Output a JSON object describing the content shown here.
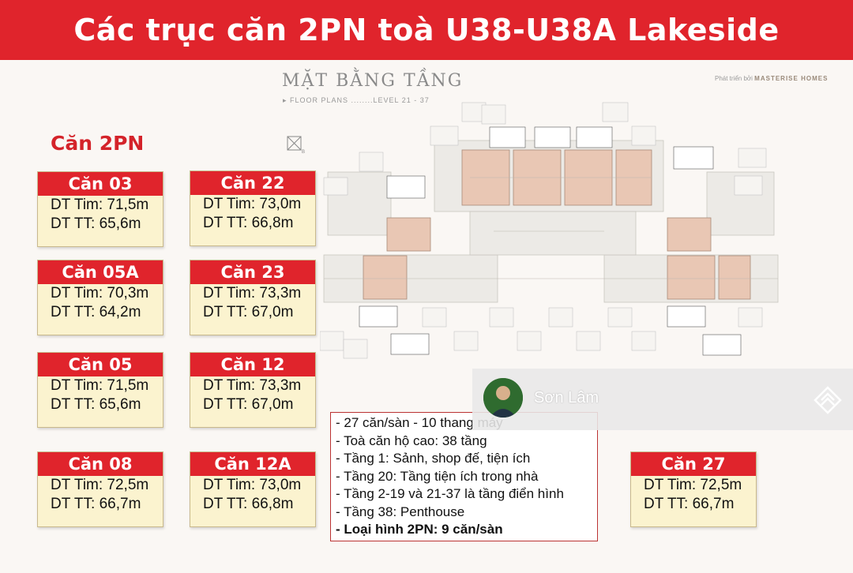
{
  "header": {
    "title": "Các trục căn 2PN toà U38-U38A Lakeside"
  },
  "plan": {
    "title": "MẶT BẰNG TẦNG",
    "subtitle": "▸ FLOOR PLANS ........LEVEL 21 - 37",
    "developer_prefix": "Phát triển bởi",
    "developer_brand": "MASTERISE HOMES"
  },
  "section_title": "Căn 2PN",
  "cards": [
    {
      "name": "Căn 03",
      "tim": "DT Tim: 71,5m",
      "tt": "DT TT: 65,6m"
    },
    {
      "name": "Căn 22",
      "tim": "DT Tim: 73,0m",
      "tt": "DT TT: 66,8m"
    },
    {
      "name": "Căn 05A",
      "tim": "DT Tim: 70,3m",
      "tt": "DT TT: 64,2m"
    },
    {
      "name": "Căn 23",
      "tim": "DT Tim: 73,3m",
      "tt": "DT TT: 67,0m"
    },
    {
      "name": "Căn 05",
      "tim": "DT Tim: 71,5m",
      "tt": "DT TT: 65,6m"
    },
    {
      "name": "Căn 12",
      "tim": "DT Tim: 73,3m",
      "tt": "DT TT: 67,0m"
    },
    {
      "name": "Căn 08",
      "tim": "DT Tim: 72,5m",
      "tt": "DT TT: 66,7m"
    },
    {
      "name": "Căn 12A",
      "tim": "DT Tim: 73,0m",
      "tt": "DT TT: 66,8m"
    },
    {
      "name": "Căn 27",
      "tim": "DT Tim: 72,5m",
      "tt": "DT TT: 66,7m"
    }
  ],
  "info": [
    "- 27 căn/sàn - 10 thang máy",
    "- Toà căn hộ cao: 38 tầng",
    "- Tầng 1: Sảnh, shop đế, tiện ích",
    "- Tầng 20: Tầng tiện ích trong nhà",
    "- Tầng 2-19 và 21-37 là tầng điển hình",
    "- Tầng 38: Penthouse",
    "- Loại hình 2PN: 9 căn/sàn"
  ],
  "agent": {
    "name": "Sơn Lâm",
    "avatar_icon": "agent-avatar-icon",
    "logo_icon": "layers-logo-icon"
  },
  "colors": {
    "accent": "#e0242c",
    "card_bg": "#fbf3cf",
    "title_red": "#d4232a"
  }
}
